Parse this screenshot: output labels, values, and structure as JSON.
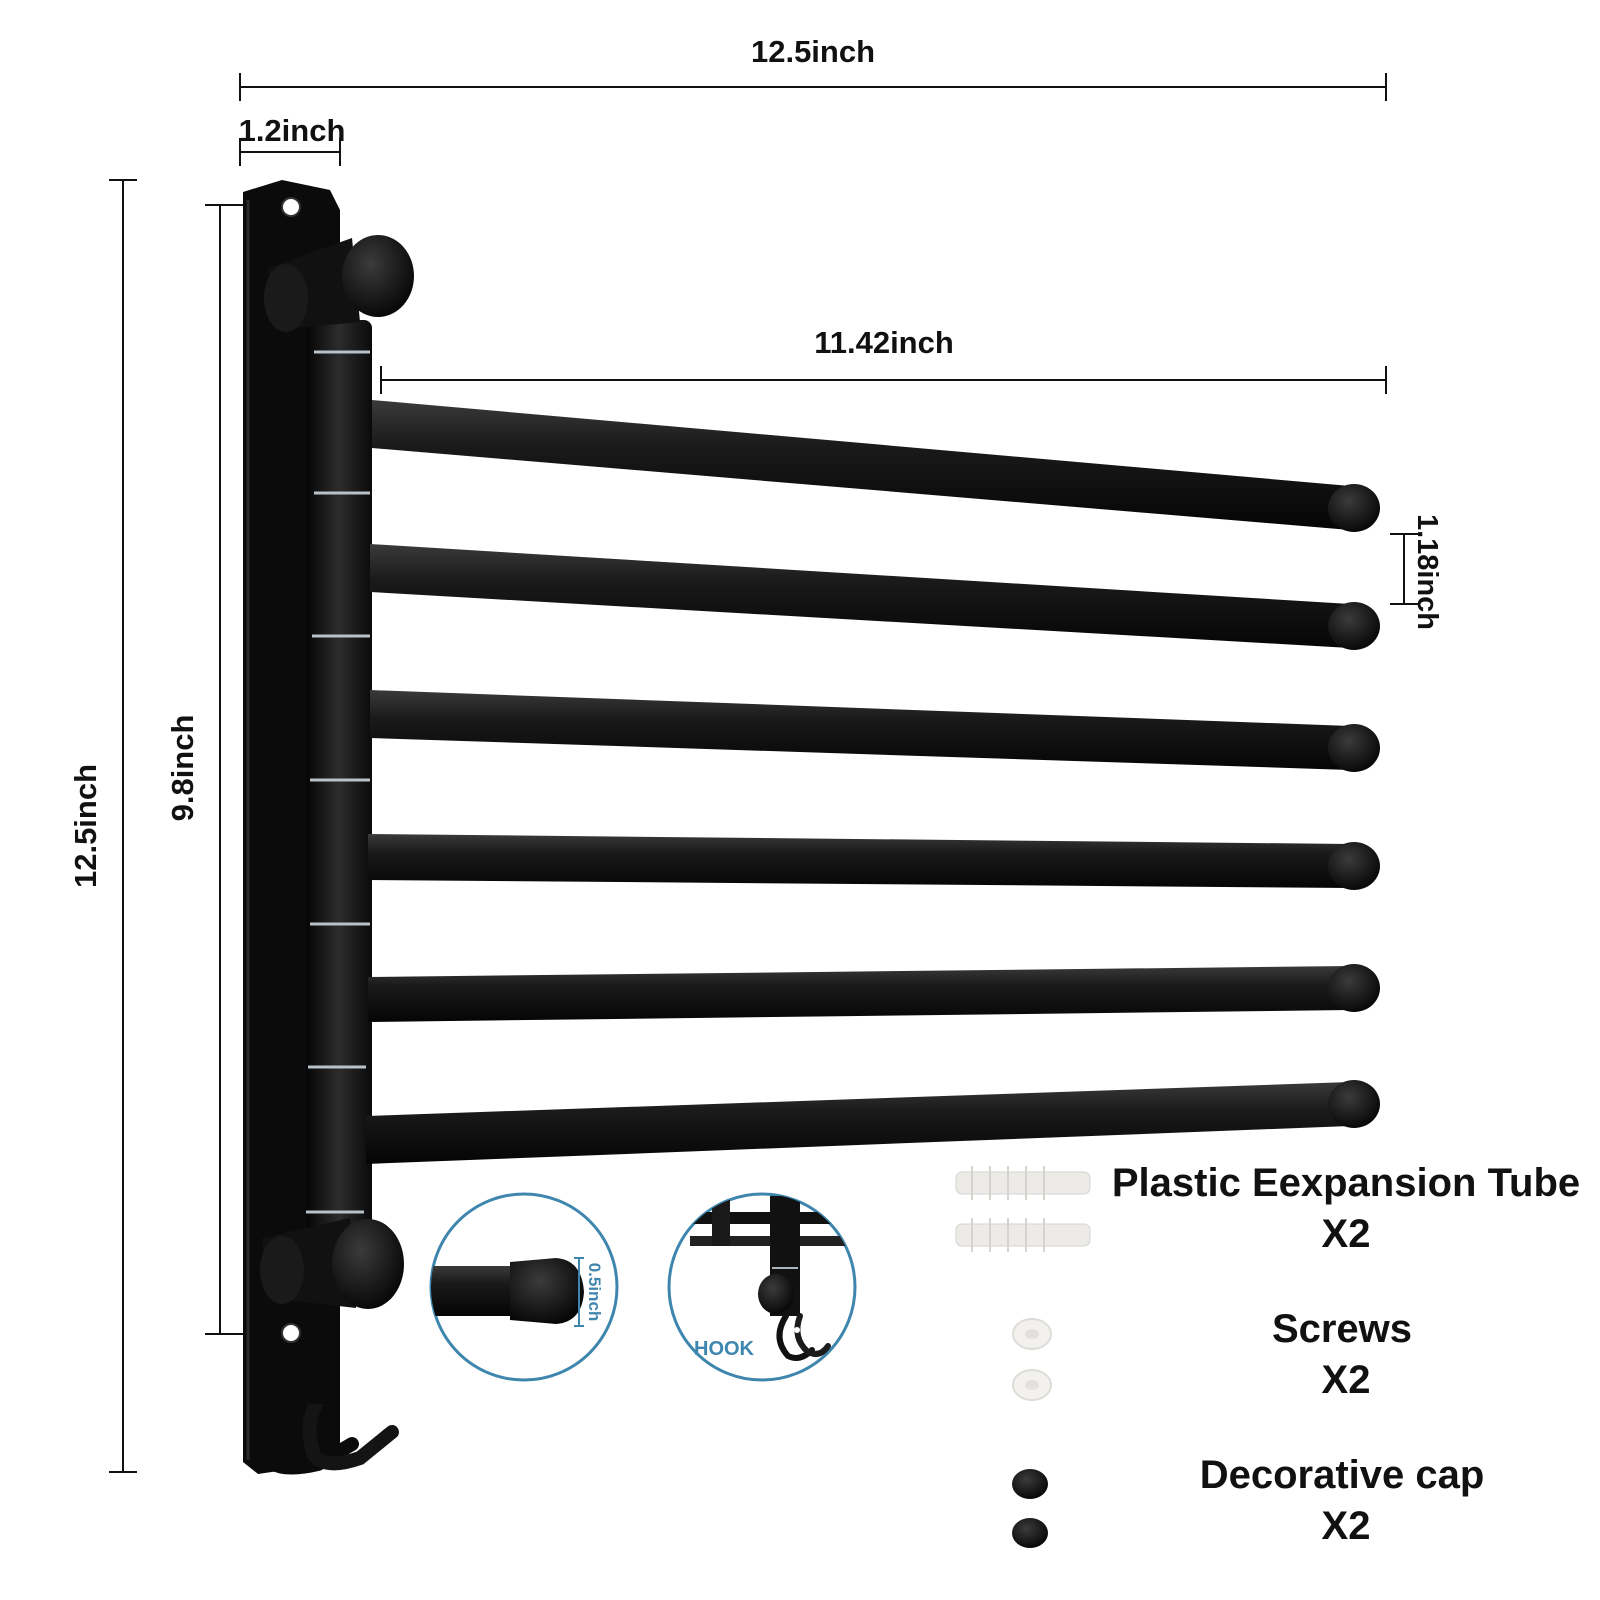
{
  "dimensions": {
    "overall_width": "12.5inch",
    "bracket_width": "1.2inch",
    "arm_length": "11.42inch",
    "arm_spacing": "1.18inch",
    "overall_height": "12.5inch",
    "mount_height": "9.8inch"
  },
  "details": {
    "cap_diameter": "0.5inch",
    "hook_label": "HOOK"
  },
  "accessories": [
    {
      "name": "Plastic Eexpansion Tube",
      "qty": "X2"
    },
    {
      "name": "Screws",
      "qty": "X2"
    },
    {
      "name": "Decorative cap",
      "qty": "X2"
    }
  ],
  "colors": {
    "product": "#0d0d0d",
    "dimension_line": "#111111",
    "detail_circle": "#3f86ae",
    "background": "#ffffff"
  },
  "arm_count": 6
}
